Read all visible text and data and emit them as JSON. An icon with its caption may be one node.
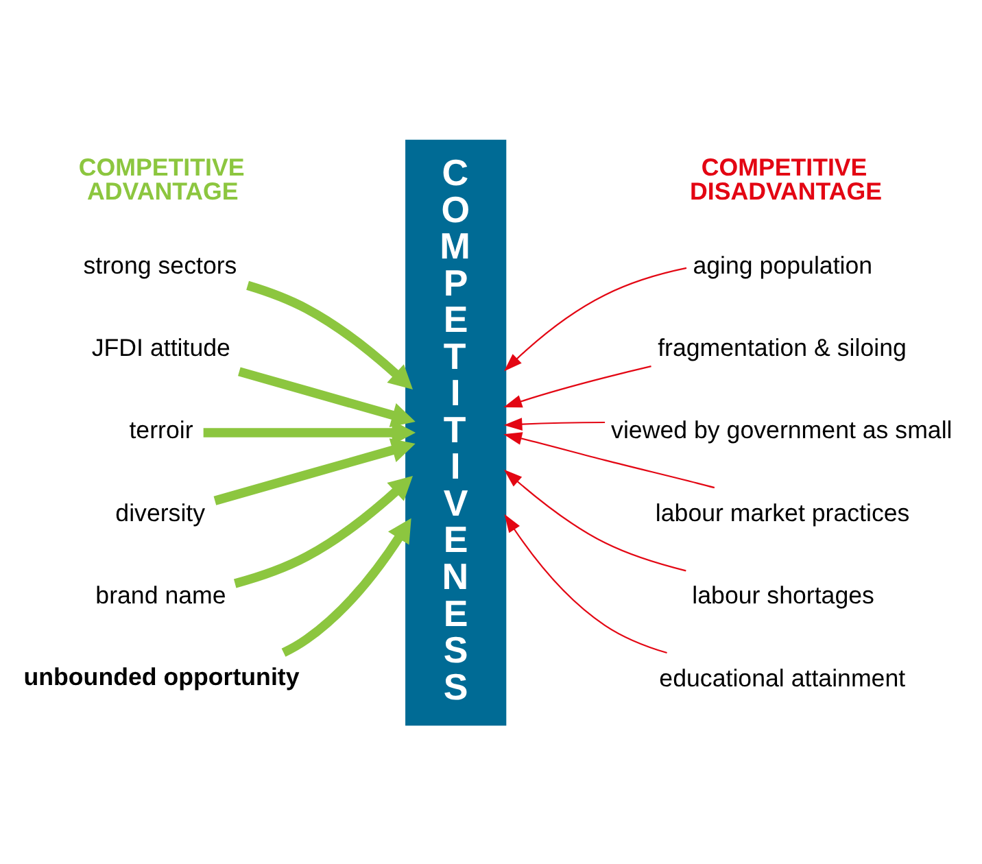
{
  "diagram": {
    "nodes": [
      {
        "text": [
          "strong sectors"
        ]
      },
      {
        "text": [
          "JFDI attitude"
        ]
      },
      {
        "text": [
          "terroir"
        ]
      },
      {
        "text": [
          "diversity"
        ]
      },
      {
        "text": [
          "brand name"
        ]
      },
      {
        "text": [
          "unbounded opportunity"
        ]
      },
      {
        "text": [
          "COMPETITIVENESS"
        ]
      },
      {
        "text": [
          "aging population"
        ]
      },
      {
        "text": [
          "fragmentation & siloing"
        ]
      },
      {
        "text": [
          "viewed by government as small"
        ]
      },
      {
        "text": [
          "labour market practices"
        ]
      },
      {
        "text": [
          "labour shortages"
        ]
      },
      {
        "text": [
          "educational attainment"
        ]
      }
    ],
    "edges": [
      {
        "from": 0,
        "to": 6,
        "arrow": "to",
        "style": "thick",
        "color": "#8cc63f"
      },
      {
        "from": 1,
        "to": 6,
        "arrow": "to",
        "style": "thick",
        "color": "#8cc63f"
      },
      {
        "from": 2,
        "to": 6,
        "arrow": "to",
        "style": "thick",
        "color": "#8cc63f"
      },
      {
        "from": 3,
        "to": 6,
        "arrow": "to",
        "style": "thick",
        "color": "#8cc63f"
      },
      {
        "from": 4,
        "to": 6,
        "arrow": "to",
        "style": "thick",
        "color": "#8cc63f"
      },
      {
        "from": 5,
        "to": 6,
        "arrow": "to",
        "style": "thick",
        "color": "#8cc63f"
      },
      {
        "from": 7,
        "to": 6,
        "arrow": "to",
        "color": "#e30613"
      },
      {
        "from": 8,
        "to": 6,
        "arrow": "to",
        "color": "#e30613"
      },
      {
        "from": 9,
        "to": 6,
        "arrow": "to",
        "color": "#e30613"
      },
      {
        "from": 10,
        "to": 6,
        "arrow": "to",
        "color": "#e30613"
      },
      {
        "from": 11,
        "to": 6,
        "arrow": "to",
        "color": "#e30613"
      },
      {
        "from": 12,
        "to": 6,
        "arrow": "to",
        "color": "#e30613"
      }
    ],
    "labels": [
      "COMPETITIVE ADVANTAGE",
      "COMPETITIVE DISADVANTAGE"
    ]
  }
}
